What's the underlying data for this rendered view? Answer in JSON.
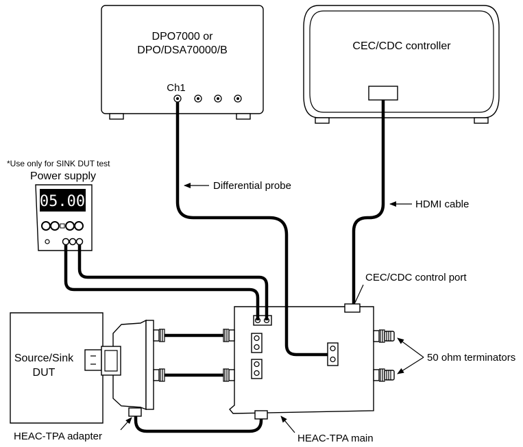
{
  "scope": {
    "title_line1": "DPO7000 or",
    "title_line2": "DPO/DSA70000/B",
    "channel_label": "Ch1"
  },
  "controller": {
    "title": "CEC/CDC controller"
  },
  "power_supply": {
    "note": "*Use only for SINK DUT test",
    "title": "Power supply",
    "display_value": "05.00"
  },
  "dut": {
    "title_line1": "Source/Sink",
    "title_line2": "DUT"
  },
  "labels": {
    "differential_probe": "Differential probe",
    "hdmi_cable": "HDMI cable",
    "control_port": "CEC/CDC control port",
    "terminators": "50 ohm terminators",
    "tpa_adapter": "HEAC-TPA adapter",
    "tpa_main": "HEAC-TPA main"
  }
}
